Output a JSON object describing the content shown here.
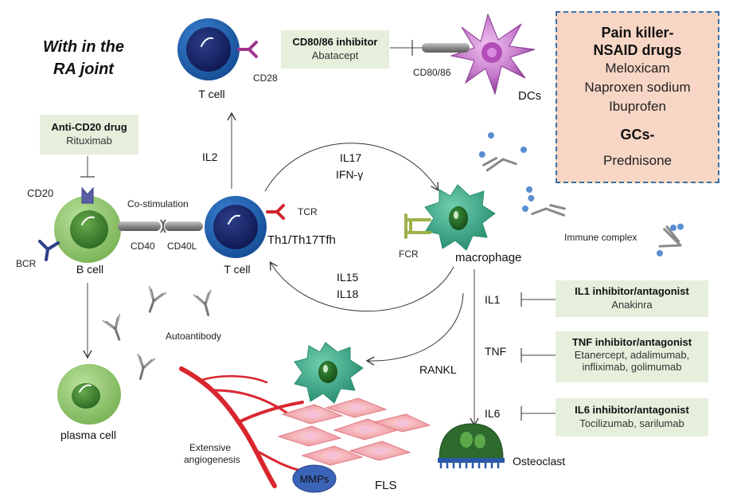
{
  "title": "With in the RA joint",
  "title_lines": [
    "With in the",
    "RA joint"
  ],
  "cells": {
    "t_cell_top": "T cell",
    "t_cell_center": "T cell",
    "b_cell": "B cell",
    "plasma_cell": "plasma cell",
    "dcs": "DCs",
    "macrophage": "macrophage",
    "osteoclast": "Osteoclast",
    "fls": "FLS",
    "mmps": "MMPs"
  },
  "receptors": {
    "cd28": "CD28",
    "cd80_86": "CD80/86",
    "cd20": "CD20",
    "bcr": "BCR",
    "cd40": "CD40",
    "cd40l": "CD40L",
    "tcr": "TCR",
    "fcr": "FCR"
  },
  "labels": {
    "co_stimulation": "Co-stimulation",
    "th_subsets": "Th1/Th17Tfh",
    "il2": "IL2",
    "il17": "IL17",
    "ifn_gamma": "IFN-γ",
    "il15": "IL15",
    "il18": "IL18",
    "il1": "IL1",
    "tnf": "TNF",
    "il6": "IL6",
    "rankl": "RANKL",
    "immune_complex": "Immune complex",
    "autoantibody": "Autoantibody",
    "angiogenesis_line1": "Extensive",
    "angiogenesis_line2": "angiogenesis"
  },
  "drug_boxes": {
    "cd80_86_inhibitor": {
      "heading": "CD80/86 inhibitor",
      "drugs": "Abatacept"
    },
    "anti_cd20": {
      "heading": "Anti-CD20 drug",
      "drugs": "Rituximab"
    },
    "il1_inhibitor": {
      "heading": "IL1 inhibitor/antagonist",
      "drugs": "Anakinra"
    },
    "tnf_inhibitor": {
      "heading": "TNF inhibitor/antagonist",
      "drugs_line1": "Etanercept, adalimumab,",
      "drugs_line2": "infliximab, golimumab"
    },
    "il6_inhibitor": {
      "heading": "IL6 inhibitor/antagonist",
      "drugs": "Tocilizumab, sarilumab"
    }
  },
  "nsaid_box": {
    "heading_line1": "Pain killer-",
    "heading_line2": "NSAID drugs",
    "drugs": [
      "Meloxicam",
      "Naproxen sodium",
      "Ibuprofen"
    ],
    "gcs_heading": "GCs-",
    "gcs_drug": "Prednisone"
  },
  "colors": {
    "t_cell": "#1f5fae",
    "b_cell": "#8cc56a",
    "macrophage": "#3aa88a",
    "dc": "#a04aa8",
    "box_fill": "#e6efdc",
    "nsaid_fill": "#f7d6c5",
    "nsaid_border": "#3a6fa8",
    "vessel": "#d9262e",
    "fls": "#f2a3a8",
    "mmps": "#3b63b8",
    "osteoclast": "#2e6a2e"
  }
}
